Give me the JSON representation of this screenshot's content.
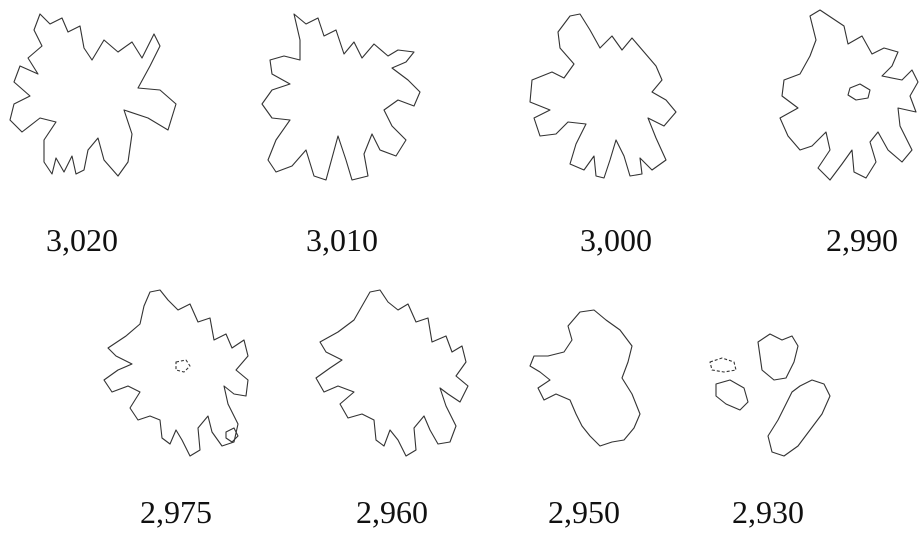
{
  "panels": [
    {
      "label": "3,020"
    },
    {
      "label": "3,010"
    },
    {
      "label": "3,000"
    },
    {
      "label": "2,990"
    },
    {
      "label": "2,975"
    },
    {
      "label": "2,960"
    },
    {
      "label": "2,950"
    },
    {
      "label": "2,930"
    }
  ],
  "colors": {
    "contour": "#333333",
    "text": "#111111",
    "background": "#ffffff"
  }
}
